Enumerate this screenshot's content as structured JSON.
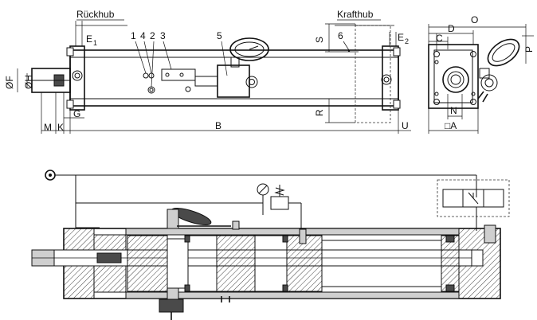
{
  "labels": {
    "rueckhub": "Rückhub",
    "krafthub": "Krafthub",
    "e1": "E",
    "e1_sub": "1",
    "e2": "E",
    "e2_sub": "2",
    "n1": "1",
    "n4": "4",
    "n2": "2",
    "n3": "3",
    "n5": "5",
    "n6": "6",
    "s": "S",
    "r": "R",
    "f": "ØF",
    "h": "ØH",
    "m": "M",
    "k": "K",
    "g": "G",
    "b": "B",
    "u": "U",
    "o": "O",
    "d": "D",
    "c": "C",
    "p": "P",
    "n": "N",
    "a": "□A"
  }
}
